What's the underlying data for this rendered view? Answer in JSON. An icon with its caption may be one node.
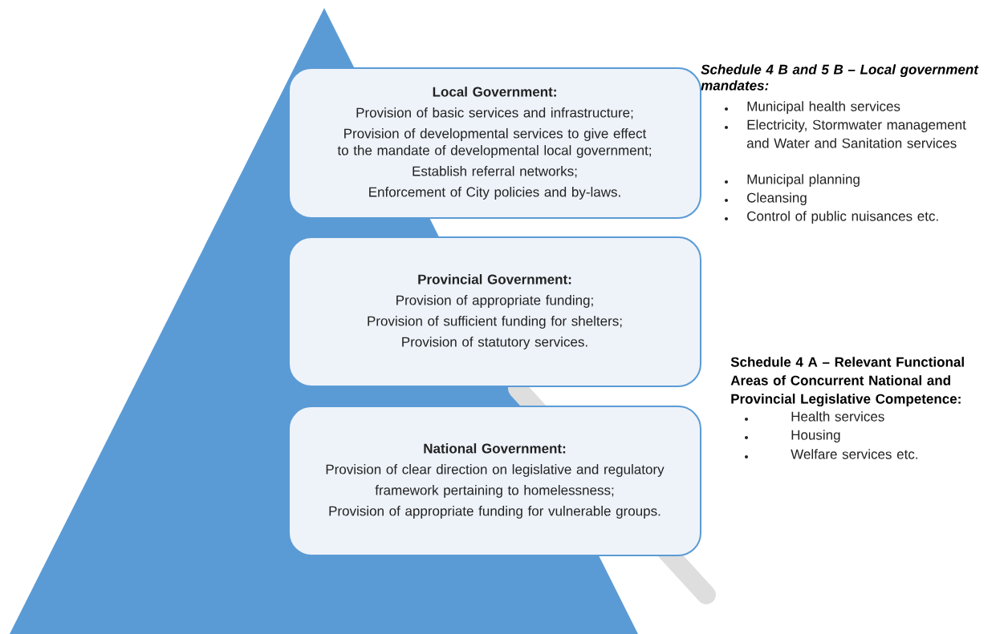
{
  "diagram": {
    "nodes": [
      {
        "text": [
          "Local Government:",
          "Provision of basic services and infrastructure;",
          "Provision of developmental services to give effect to the mandate of developmental local government;",
          "Establish referral networks;",
          "Enforcement of City policies and by-laws."
        ]
      },
      {
        "text": [
          "Provincial Government:",
          "Provision of appropriate funding;",
          "Provision of sufficient funding for shelters;",
          "Provision of statutory services."
        ]
      },
      {
        "text": [
          "National Government:",
          "Provision of clear direction on legislative and regulatory",
          "framework pertaining to homelessness;",
          "Provision of appropriate funding for vulnerable groups."
        ]
      }
    ],
    "labels": [
      "Schedule 4 B and 5 B – Local government mandates:",
      "Municipal health services",
      "Electricity, Stormwater management and Water and Sanitation services",
      "Municipal planning",
      "Cleansing",
      "Control of public nuisances etc.",
      "Schedule 4 A – Relevant Functional Areas of Concurrent National and Provincial Legislative Competence:",
      "Health services",
      "Housing",
      "Welfare services etc."
    ]
  }
}
